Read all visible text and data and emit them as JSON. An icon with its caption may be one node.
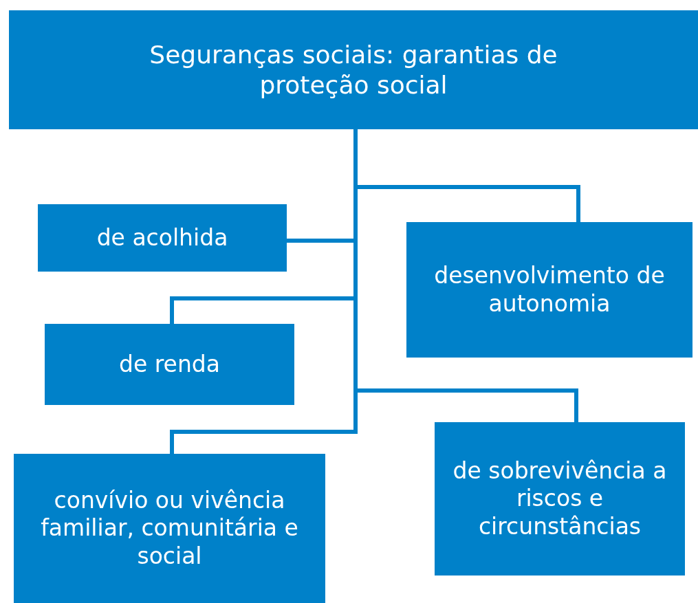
{
  "diagram": {
    "nodes": [
      {
        "text": [
          "Seguranças sociais: garantias de proteção social"
        ]
      },
      {
        "text": [
          "de acolhida"
        ]
      },
      {
        "text": [
          "desenvolvimento de autonomia"
        ]
      },
      {
        "text": [
          "de renda"
        ]
      },
      {
        "text": [
          "de sobrevivência a riscos e circunstâncias"
        ]
      },
      {
        "text": [
          "convívio ou vivência familiar, comunitária e social"
        ]
      }
    ],
    "edges": [
      {
        "from": 0,
        "to": 1,
        "arrow": "none"
      },
      {
        "from": 0,
        "to": 2,
        "arrow": "none"
      },
      {
        "from": 0,
        "to": 3,
        "arrow": "none"
      },
      {
        "from": 0,
        "to": 4,
        "arrow": "none"
      },
      {
        "from": 0,
        "to": 5,
        "arrow": "none"
      }
    ]
  }
}
